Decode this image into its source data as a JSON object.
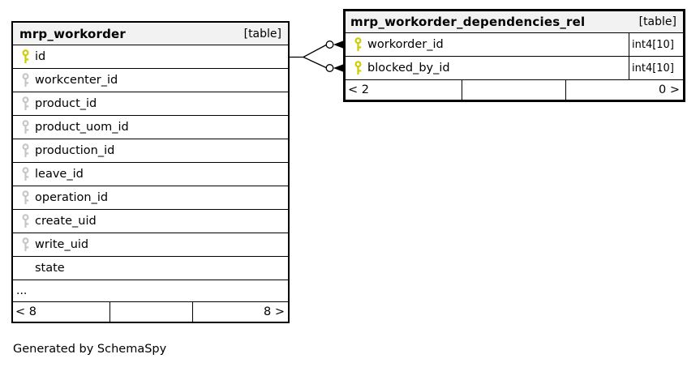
{
  "footer_note": "Generated by SchemaSpy",
  "colors": {
    "header_bg": "#f2f2f2",
    "border": "#000000",
    "primary_key": "#cccc00",
    "foreign_key": "#c6c6c6",
    "background": "#ffffff"
  },
  "tables": [
    {
      "title": "mrp_workorder",
      "badge": "[table]",
      "columns": [
        {
          "name": "id",
          "key": "primary"
        },
        {
          "name": "workcenter_id",
          "key": "foreign"
        },
        {
          "name": "product_id",
          "key": "foreign"
        },
        {
          "name": "product_uom_id",
          "key": "foreign"
        },
        {
          "name": "production_id",
          "key": "foreign"
        },
        {
          "name": "leave_id",
          "key": "foreign"
        },
        {
          "name": "operation_id",
          "key": "foreign"
        },
        {
          "name": "create_uid",
          "key": "foreign"
        },
        {
          "name": "write_uid",
          "key": "foreign"
        },
        {
          "name": "state",
          "key": "none"
        }
      ],
      "ellipsis": "...",
      "footer": {
        "left": "< 8",
        "center": "",
        "right": "8 >"
      }
    },
    {
      "title": "mrp_workorder_dependencies_rel",
      "badge": "[table]",
      "columns": [
        {
          "name": "workorder_id",
          "key": "primary",
          "type": "int4[10]"
        },
        {
          "name": "blocked_by_id",
          "key": "primary",
          "type": "int4[10]"
        }
      ],
      "footer": {
        "left": "< 2",
        "center": "",
        "right": "0 >"
      }
    }
  ],
  "relationships": [
    {
      "from": "mrp_workorder_dependencies_rel.workorder_id",
      "to": "mrp_workorder.id"
    },
    {
      "from": "mrp_workorder_dependencies_rel.blocked_by_id",
      "to": "mrp_workorder.id"
    }
  ]
}
